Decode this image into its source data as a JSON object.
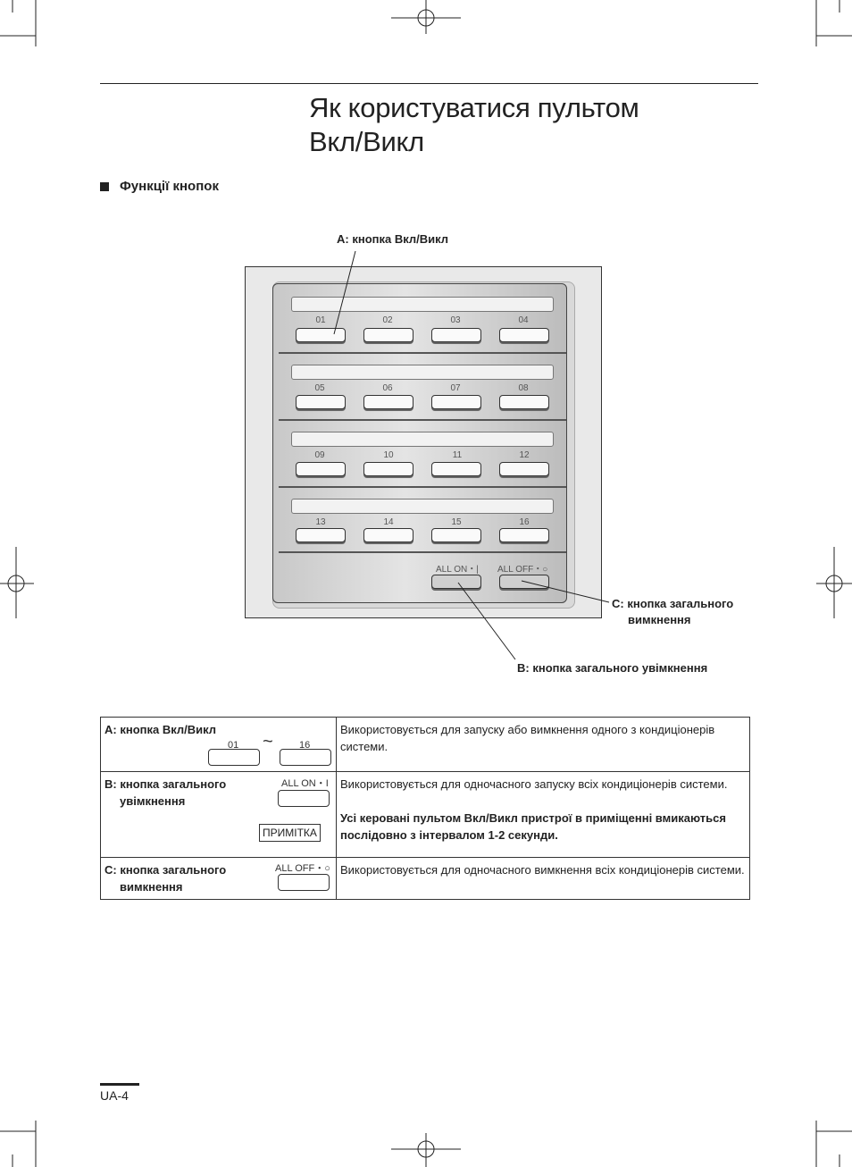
{
  "page": {
    "title_line1": "Як користуватися пультом",
    "title_line2": "Вкл/Викл",
    "section_heading": "Функції кнопок",
    "page_number": "UA-4"
  },
  "diagram": {
    "callout_a": "A: кнопка Вкл/Викл",
    "callout_b": "B: кнопка загального увімкнення",
    "callout_c_line1": "C: кнопка загального",
    "callout_c_line2": "вимкнення",
    "rows": [
      [
        "01",
        "02",
        "03",
        "04"
      ],
      [
        "05",
        "06",
        "07",
        "08"
      ],
      [
        "09",
        "10",
        "11",
        "12"
      ],
      [
        "13",
        "14",
        "15",
        "16"
      ]
    ],
    "all_on_label": "ALL ON・|",
    "all_off_label": "ALL OFF・○"
  },
  "table": {
    "rows": [
      {
        "name": "A: кнопка Вкл/Викл",
        "from_label": "01",
        "tilde": "~",
        "to_label": "16",
        "description": "Використовується для запуску або вимкнення одного з кондиціонерів системи."
      },
      {
        "name": "B: кнопка загального увімкнення",
        "button_label": "ALL ON・I",
        "note_label": "ПРИМІТКА",
        "description": "Використовується для одночасного запуску всіх кондиціонерів системи.",
        "note_text": "Усі керовані пультом Вкл/Викл пристрої в приміщенні вмикаються послідовно з інтервалом 1-2 секунди."
      },
      {
        "name": "C: кнопка загального вимкнення",
        "button_label": "ALL OFF・○",
        "description": "Використовується для одночасного вимкнення всіх кондиціонерів системи."
      }
    ]
  }
}
